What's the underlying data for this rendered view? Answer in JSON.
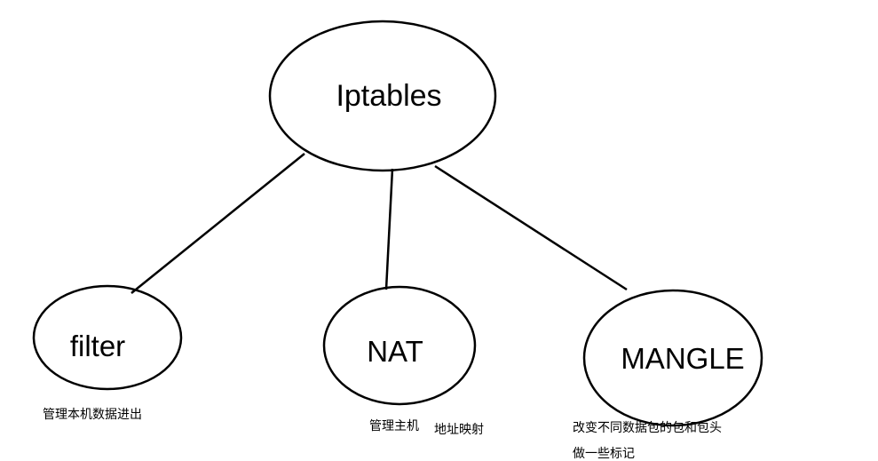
{
  "nodes": {
    "root": {
      "label": "Iptables"
    },
    "filter": {
      "label": "filter",
      "caption": "管理本机数据进出"
    },
    "nat": {
      "label": "NAT",
      "caption_part1": "管理主机",
      "caption_part2": "地址映射"
    },
    "mangle": {
      "label": "MANGLE",
      "caption_line1": "改变不同数据包的包和包头",
      "caption_line2": "做一些标记"
    }
  },
  "colors": {
    "stroke": "#000000",
    "background": "#ffffff"
  }
}
